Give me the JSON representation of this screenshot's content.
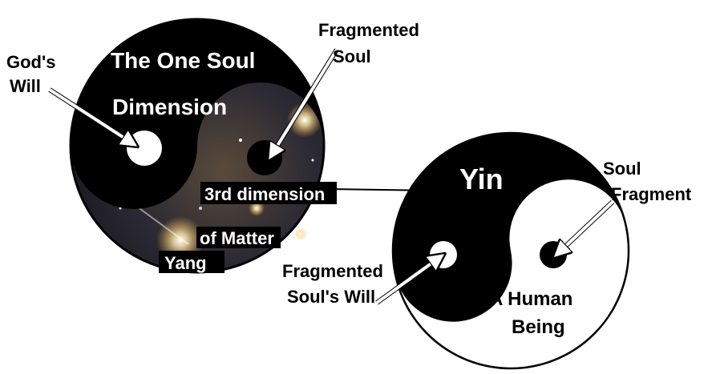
{
  "labels": {
    "gods_will_1": "God's",
    "gods_will_2": "Will",
    "one_soul_1": "The One Soul",
    "one_soul_2": "Dimension",
    "fragmented_soul_1": "Fragmented",
    "fragmented_soul_2": "Soul",
    "third_dim": "3rd dimension",
    "of_matter": "of Matter",
    "yang": "Yang",
    "yin": "Yin",
    "soul_fragment_1": "Soul",
    "soul_fragment_2": "Fragment",
    "frag_will_1": "Fragmented",
    "frag_will_2": "Soul's Will",
    "human_1": "A Human",
    "human_2": "Being"
  },
  "colors": {
    "black": "#000000",
    "white": "#ffffff",
    "space": "#2a2830",
    "star": "#fff6d8"
  }
}
